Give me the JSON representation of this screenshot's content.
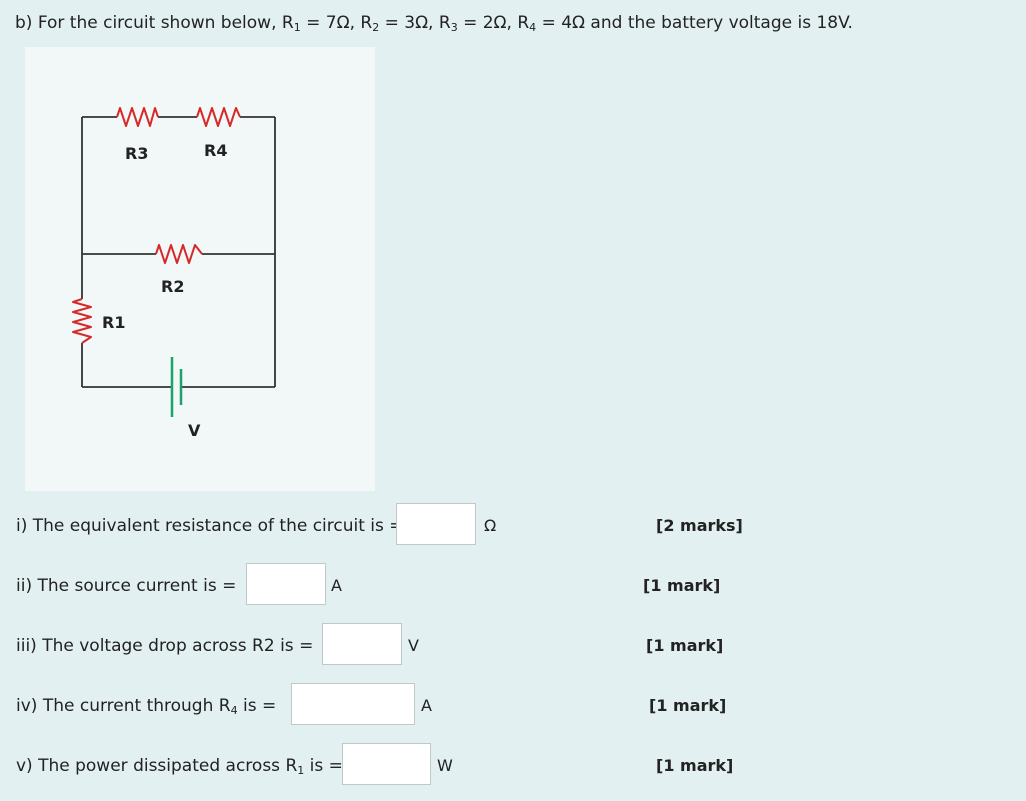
{
  "prompt": {
    "lead": "b) For the circuit shown below, ",
    "r1_sym": "R",
    "r1_sub": "1",
    "r1_val": " = 7Ω, ",
    "r2_sym": "R",
    "r2_sub": "2",
    "r2_val": " = 3Ω, ",
    "r3_sym": "R",
    "r3_sub": "3",
    "r3_val": " = 2Ω, ",
    "r4_sym": "R",
    "r4_sub": "4",
    "r4_val": " = 4Ω and the battery voltage is 18V."
  },
  "circuit": {
    "labels": {
      "r3": "R3",
      "r4": "R4",
      "r2": "R2",
      "r1": "R1",
      "v": "V"
    },
    "colors": {
      "wire": "#333333",
      "resistor": "#d62a2a",
      "battery": "#1aa36a"
    }
  },
  "questions": [
    {
      "text": "i) The equivalent resistance of the circuit is =",
      "unit": "Ω",
      "marks": "[2 marks]"
    },
    {
      "text": "ii) The source current is  =",
      "unit": "A",
      "marks": "[1 mark]"
    },
    {
      "text": "iii) The voltage drop across R2 is =",
      "unit": "V",
      "marks": "[1 mark]"
    },
    {
      "pre": "iv) The current through R",
      "sub": "4",
      "post": " is =",
      "unit": "A",
      "marks": "[1 mark]"
    },
    {
      "pre": "v) The power dissipated across R",
      "sub": "1",
      "post": " is =",
      "unit": "W",
      "marks": "[1 mark]"
    }
  ]
}
